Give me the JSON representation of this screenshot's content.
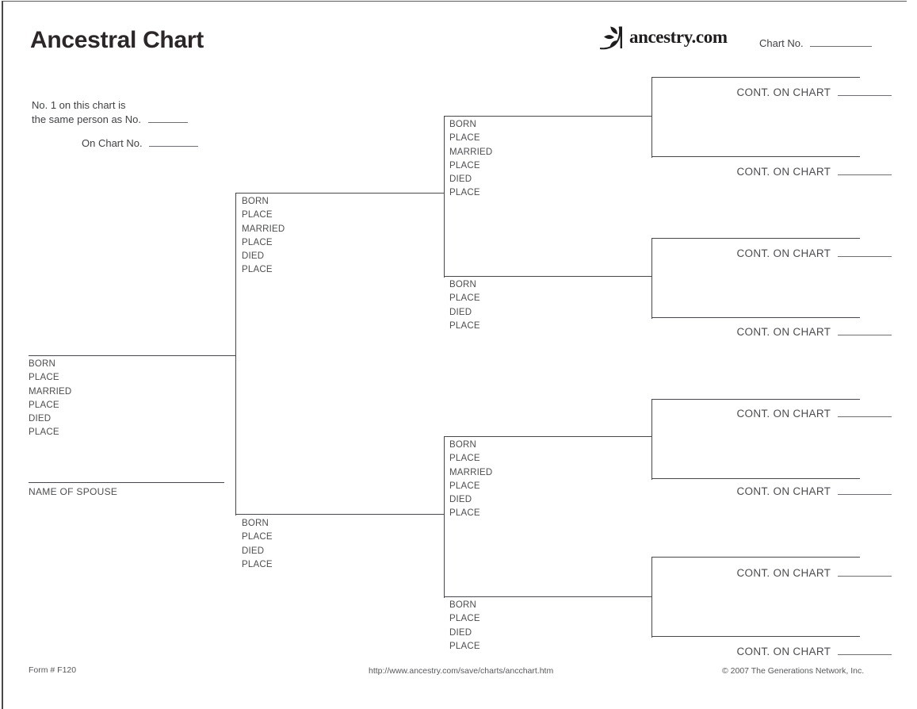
{
  "header": {
    "title": "Ancestral Chart",
    "chart_no_label": "Chart No.",
    "logo_text": "ancestry.com"
  },
  "notes": {
    "line1": "No. 1 on this chart is",
    "line2": "the same person as No.",
    "line3": "On Chart No."
  },
  "labels": {
    "full": [
      "BORN",
      "PLACE",
      "MARRIED",
      "PLACE",
      "DIED",
      "PLACE"
    ],
    "short": [
      "BORN",
      "PLACE",
      "DIED",
      "PLACE"
    ],
    "spouse": "NAME OF SPOUSE"
  },
  "cont_label": "CONT. ON CHART",
  "footer": {
    "form_no": "Form # F120",
    "url": "http://www.ancestry.com/save/charts/ancchart.htm",
    "copyright": "© 2007 The Generations Network, Inc."
  },
  "colors": {
    "ink": "#2b2728",
    "line": "#47484b",
    "label": "#4d4e50"
  }
}
